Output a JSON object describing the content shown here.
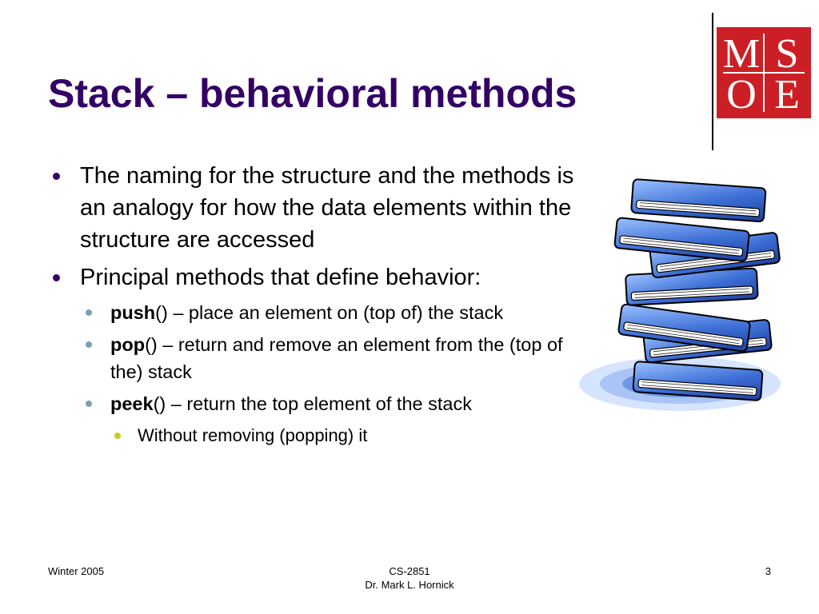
{
  "slide": {
    "title": "Stack – behavioral methods",
    "logo_letters": [
      "M",
      "S",
      "O",
      "E"
    ],
    "bullets": [
      {
        "text": "The naming for the structure and the methods is an analogy for how the data elements within the structure are accessed"
      },
      {
        "text": "Principal methods that define behavior:"
      }
    ],
    "methods": [
      {
        "name": "push",
        "text": "() – place an element on (top of) the stack"
      },
      {
        "name": "pop",
        "text": "() – return and remove an element from the (top of the) stack"
      },
      {
        "name": "peek",
        "text": "() – return the top element of the stack"
      }
    ],
    "sub_bullet": "Without removing (popping) it",
    "image_icon": "stack-of-books-clipart"
  },
  "footer": {
    "left": "Winter 2005",
    "center_line1": "CS-2851",
    "center_line2": "Dr. Mark L. Hornick",
    "page_number": "3"
  },
  "colors": {
    "title": "#330066",
    "logo_bg": "#cc1f25",
    "bullet_level1": "#330066",
    "bullet_level2": "#79a3ad",
    "bullet_level3": "#c6cc22",
    "books": "#3d6fd6"
  }
}
